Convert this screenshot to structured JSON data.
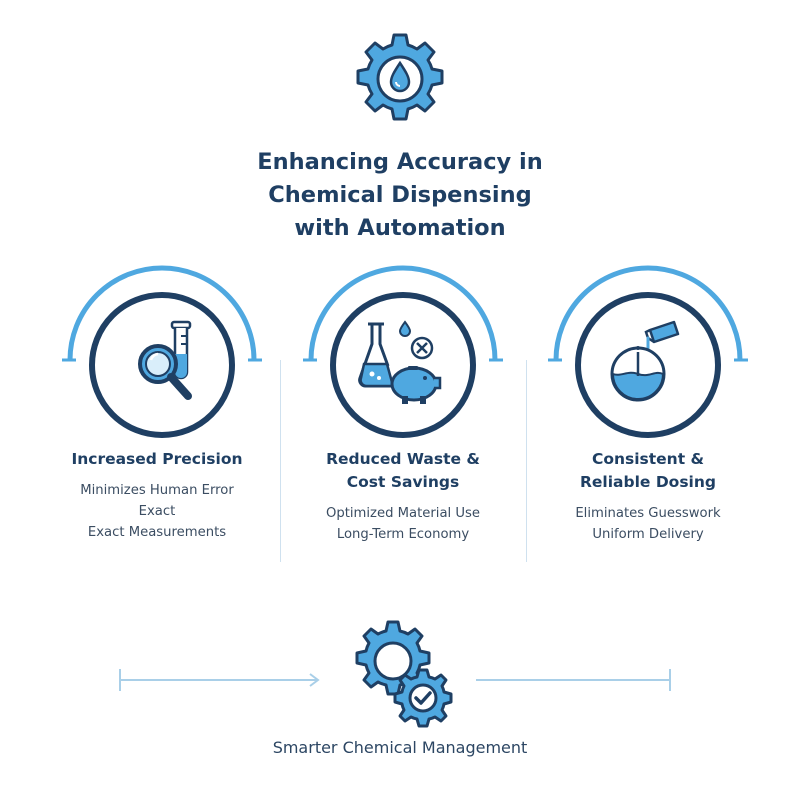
{
  "title_lines": [
    "Enhancing Accuracy in",
    "Chemical Dispensing",
    "with Automation"
  ],
  "columns": [
    {
      "title_lines": [
        "Increased Precision"
      ],
      "items": [
        "Minimizes Human Error",
        "Exact",
        "Exact Measurements"
      ],
      "icon": "magnifier-test-tube-icon"
    },
    {
      "title_lines": [
        "Reduced Waste &",
        "Cost Savings"
      ],
      "items": [
        "Optimized Material Use",
        "Long-Term Economy"
      ],
      "icon": "flask-piggy-bank-icon"
    },
    {
      "title_lines": [
        "Consistent &",
        "Reliable Dosing"
      ],
      "items": [
        "Eliminates Guesswork",
        "Uniform Delivery"
      ],
      "icon": "beaker-pouring-icon"
    }
  ],
  "footer": "Smarter Chemical Management",
  "icons": {
    "top": "gear-droplet-icon",
    "bottom": "gears-checkmark-icon"
  },
  "colors": {
    "navy": "#1f3f63",
    "accent": "#4fa8e0",
    "light": "#cfe1ef"
  }
}
